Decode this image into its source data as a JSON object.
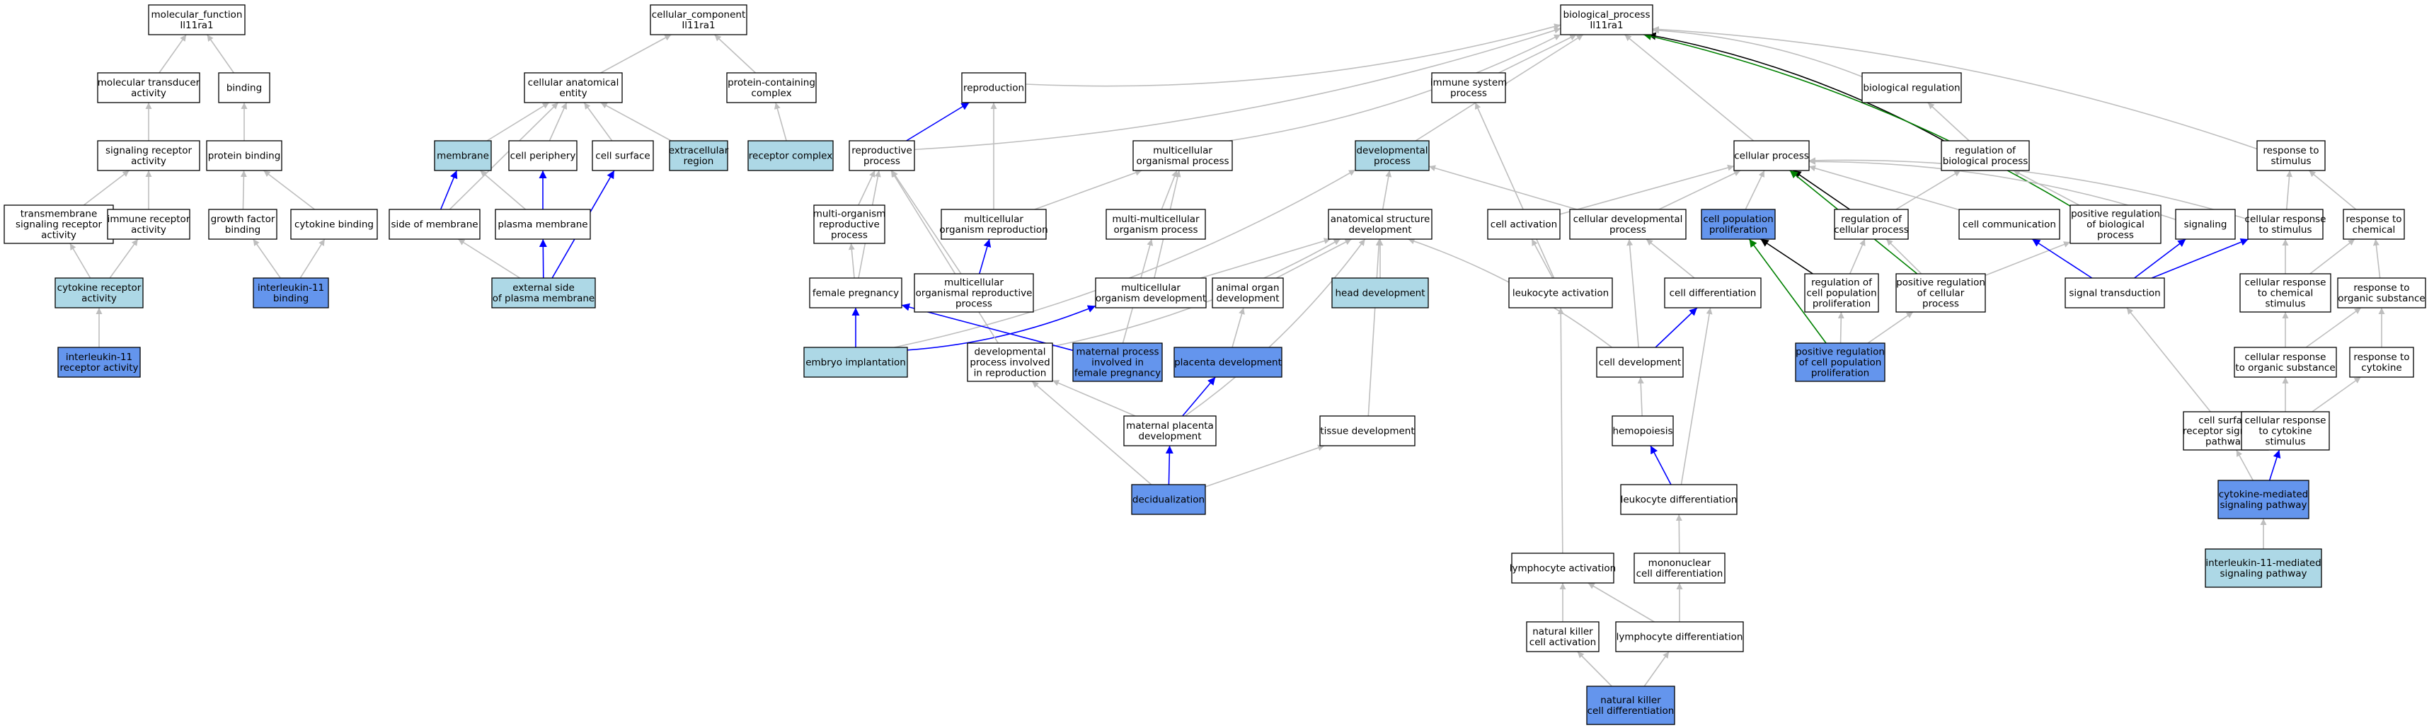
{
  "colors": {
    "white": "#ffffff",
    "light": "#add8e6",
    "dark": "#6495ed",
    "gray": "#bebebe",
    "blue": "#0000ff",
    "green": "#008000",
    "black": "#000000"
  },
  "nodes": [
    {
      "id": "mf",
      "lines": [
        "molecular_function",
        "Il11ra1"
      ],
      "fill": "white"
    },
    {
      "id": "mta",
      "lines": [
        "molecular transducer",
        "activity"
      ],
      "fill": "white"
    },
    {
      "id": "binding",
      "lines": [
        "binding"
      ],
      "fill": "white"
    },
    {
      "id": "sra",
      "lines": [
        "signaling receptor",
        "activity"
      ],
      "fill": "white"
    },
    {
      "id": "pbind",
      "lines": [
        "protein binding"
      ],
      "fill": "white"
    },
    {
      "id": "tsra",
      "lines": [
        "transmembrane",
        "signaling receptor",
        "activity"
      ],
      "fill": "white"
    },
    {
      "id": "ira",
      "lines": [
        "immune receptor",
        "activity"
      ],
      "fill": "white"
    },
    {
      "id": "gfb",
      "lines": [
        "growth factor",
        "binding"
      ],
      "fill": "white"
    },
    {
      "id": "cytb",
      "lines": [
        "cytokine binding"
      ],
      "fill": "white"
    },
    {
      "id": "cra",
      "lines": [
        "cytokine receptor",
        "activity"
      ],
      "fill": "light"
    },
    {
      "id": "il11b",
      "lines": [
        "interleukin-11",
        "binding"
      ],
      "fill": "dark"
    },
    {
      "id": "il11ra",
      "lines": [
        "interleukin-11",
        "receptor activity"
      ],
      "fill": "dark"
    },
    {
      "id": "cc",
      "lines": [
        "cellular_component",
        "Il11ra1"
      ],
      "fill": "white"
    },
    {
      "id": "cae",
      "lines": [
        "cellular anatomical",
        "entity"
      ],
      "fill": "white"
    },
    {
      "id": "pcc",
      "lines": [
        "protein-containing",
        "complex"
      ],
      "fill": "white"
    },
    {
      "id": "membrane",
      "lines": [
        "membrane"
      ],
      "fill": "light"
    },
    {
      "id": "cperiph",
      "lines": [
        "cell periphery"
      ],
      "fill": "white"
    },
    {
      "id": "csurf",
      "lines": [
        "cell surface"
      ],
      "fill": "white"
    },
    {
      "id": "ecr",
      "lines": [
        "extracellular",
        "region"
      ],
      "fill": "light"
    },
    {
      "id": "rc",
      "lines": [
        "receptor complex"
      ],
      "fill": "light"
    },
    {
      "id": "som",
      "lines": [
        "side of membrane"
      ],
      "fill": "white"
    },
    {
      "id": "pm",
      "lines": [
        "plasma membrane"
      ],
      "fill": "white"
    },
    {
      "id": "espm",
      "lines": [
        "external side",
        "of plasma membrane"
      ],
      "fill": "light"
    },
    {
      "id": "bp",
      "lines": [
        "biological_process",
        "Il11ra1"
      ],
      "fill": "white"
    },
    {
      "id": "repro",
      "lines": [
        "reproduction"
      ],
      "fill": "white"
    },
    {
      "id": "isp",
      "lines": [
        "immune system",
        "process"
      ],
      "fill": "white"
    },
    {
      "id": "breg",
      "lines": [
        "biological regulation"
      ],
      "fill": "white"
    },
    {
      "id": "rp",
      "lines": [
        "reproductive",
        "process"
      ],
      "fill": "white"
    },
    {
      "id": "mop",
      "lines": [
        "multicellular",
        "organismal process"
      ],
      "fill": "white"
    },
    {
      "id": "devp",
      "lines": [
        "developmental",
        "process"
      ],
      "fill": "light"
    },
    {
      "id": "cellp",
      "lines": [
        "cellular process"
      ],
      "fill": "white"
    },
    {
      "id": "rbp",
      "lines": [
        "regulation of",
        "biological process"
      ],
      "fill": "white"
    },
    {
      "id": "rts",
      "lines": [
        "response to",
        "stimulus"
      ],
      "fill": "white"
    },
    {
      "id": "morp",
      "lines": [
        "multi-organism",
        "reproductive",
        "process"
      ],
      "fill": "white"
    },
    {
      "id": "mcor",
      "lines": [
        "multicellular",
        "organism reproduction"
      ],
      "fill": "white"
    },
    {
      "id": "mmop",
      "lines": [
        "multi-multicellular",
        "organism process"
      ],
      "fill": "white"
    },
    {
      "id": "asd",
      "lines": [
        "anatomical structure",
        "development"
      ],
      "fill": "white"
    },
    {
      "id": "cact",
      "lines": [
        "cell activation"
      ],
      "fill": "white"
    },
    {
      "id": "cdp",
      "lines": [
        "cellular developmental",
        "process"
      ],
      "fill": "white"
    },
    {
      "id": "cpp",
      "lines": [
        "cell population",
        "proliferation"
      ],
      "fill": "dark"
    },
    {
      "id": "rcp",
      "lines": [
        "regulation of",
        "cellular process"
      ],
      "fill": "white"
    },
    {
      "id": "ccomm",
      "lines": [
        "cell communication"
      ],
      "fill": "white"
    },
    {
      "id": "prbp",
      "lines": [
        "positive regulation",
        "of biological",
        "process"
      ],
      "fill": "white"
    },
    {
      "id": "signaling",
      "lines": [
        "signaling"
      ],
      "fill": "white"
    },
    {
      "id": "crs",
      "lines": [
        "cellular response",
        "to stimulus"
      ],
      "fill": "white"
    },
    {
      "id": "rchem",
      "lines": [
        "response to",
        "chemical"
      ],
      "fill": "white"
    },
    {
      "id": "fpreg",
      "lines": [
        "female pregnancy"
      ],
      "fill": "white"
    },
    {
      "id": "mcorp",
      "lines": [
        "multicellular",
        "organismal reproductive",
        "process"
      ],
      "fill": "white"
    },
    {
      "id": "mod",
      "lines": [
        "multicellular",
        "organism development"
      ],
      "fill": "white"
    },
    {
      "id": "aod",
      "lines": [
        "animal organ",
        "development"
      ],
      "fill": "white"
    },
    {
      "id": "headdev",
      "lines": [
        "head development"
      ],
      "fill": "light"
    },
    {
      "id": "lact",
      "lines": [
        "leukocyte activation"
      ],
      "fill": "white"
    },
    {
      "id": "cdiff",
      "lines": [
        "cell differentiation"
      ],
      "fill": "white"
    },
    {
      "id": "rcpp",
      "lines": [
        "regulation of",
        "cell population",
        "proliferation"
      ],
      "fill": "white"
    },
    {
      "id": "prcp",
      "lines": [
        "positive regulation",
        "of cellular",
        "process"
      ],
      "fill": "white"
    },
    {
      "id": "st",
      "lines": [
        "signal transduction"
      ],
      "fill": "white"
    },
    {
      "id": "crcs",
      "lines": [
        "cellular response",
        "to chemical",
        "stimulus"
      ],
      "fill": "white"
    },
    {
      "id": "ros",
      "lines": [
        "response to",
        "organic substance"
      ],
      "fill": "white"
    },
    {
      "id": "embimp",
      "lines": [
        "embryo implantation"
      ],
      "fill": "light"
    },
    {
      "id": "dpir",
      "lines": [
        "developmental",
        "process involved",
        "in reproduction"
      ],
      "fill": "white"
    },
    {
      "id": "mpifp",
      "lines": [
        "maternal process",
        "involved in",
        "female pregnancy"
      ],
      "fill": "dark"
    },
    {
      "id": "pldev",
      "lines": [
        "placenta development"
      ],
      "fill": "dark"
    },
    {
      "id": "celldev",
      "lines": [
        "cell development"
      ],
      "fill": "white"
    },
    {
      "id": "prcpp",
      "lines": [
        "positive regulation",
        "of cell population",
        "proliferation"
      ],
      "fill": "dark"
    },
    {
      "id": "cros",
      "lines": [
        "cellular response",
        "to organic substance"
      ],
      "fill": "white"
    },
    {
      "id": "rcyt",
      "lines": [
        "response to",
        "cytokine"
      ],
      "fill": "white"
    },
    {
      "id": "mpd",
      "lines": [
        "maternal placenta",
        "development"
      ],
      "fill": "white"
    },
    {
      "id": "tdev",
      "lines": [
        "tissue development"
      ],
      "fill": "white"
    },
    {
      "id": "hemo",
      "lines": [
        "hemopoiesis"
      ],
      "fill": "white"
    },
    {
      "id": "csrsp",
      "lines": [
        "cell surface",
        "receptor signaling",
        "pathway"
      ],
      "fill": "white"
    },
    {
      "id": "crcyt",
      "lines": [
        "cellular response",
        "to cytokine",
        "stimulus"
      ],
      "fill": "white"
    },
    {
      "id": "decid",
      "lines": [
        "decidualization"
      ],
      "fill": "dark"
    },
    {
      "id": "ldiff",
      "lines": [
        "leukocyte differentiation"
      ],
      "fill": "white"
    },
    {
      "id": "cmsp",
      "lines": [
        "cytokine-mediated",
        "signaling pathway"
      ],
      "fill": "dark"
    },
    {
      "id": "il11sp",
      "lines": [
        "interleukin-11-mediated",
        "signaling pathway"
      ],
      "fill": "light"
    },
    {
      "id": "lymact",
      "lines": [
        "lymphocyte activation"
      ],
      "fill": "white"
    },
    {
      "id": "mncd",
      "lines": [
        "mononuclear",
        "cell differentiation"
      ],
      "fill": "white"
    },
    {
      "id": "nkca",
      "lines": [
        "natural killer",
        "cell activation"
      ],
      "fill": "white"
    },
    {
      "id": "lymdiff",
      "lines": [
        "lymphocyte differentiation"
      ],
      "fill": "white"
    },
    {
      "id": "nkcd",
      "lines": [
        "natural killer",
        "cell differentiation"
      ],
      "fill": "dark"
    }
  ],
  "edges": [
    [
      "mta",
      "mf",
      "gray"
    ],
    [
      "binding",
      "mf",
      "gray"
    ],
    [
      "sra",
      "mta",
      "gray"
    ],
    [
      "pbind",
      "binding",
      "gray"
    ],
    [
      "tsra",
      "sra",
      "gray"
    ],
    [
      "ira",
      "sra",
      "gray"
    ],
    [
      "gfb",
      "pbind",
      "gray"
    ],
    [
      "cytb",
      "pbind",
      "gray"
    ],
    [
      "cra",
      "tsra",
      "gray"
    ],
    [
      "cra",
      "ira",
      "gray"
    ],
    [
      "il11b",
      "gfb",
      "gray"
    ],
    [
      "il11b",
      "cytb",
      "gray"
    ],
    [
      "il11ra",
      "cra",
      "gray"
    ],
    [
      "cae",
      "cc",
      "gray"
    ],
    [
      "pcc",
      "cc",
      "gray"
    ],
    [
      "membrane",
      "cae",
      "gray"
    ],
    [
      "cperiph",
      "cae",
      "gray"
    ],
    [
      "csurf",
      "cae",
      "gray"
    ],
    [
      "ecr",
      "cae",
      "gray"
    ],
    [
      "rc",
      "pcc",
      "gray"
    ],
    [
      "som",
      "membrane",
      "blue"
    ],
    [
      "som",
      "cae",
      "gray"
    ],
    [
      "pm",
      "membrane",
      "gray"
    ],
    [
      "pm",
      "cperiph",
      "blue"
    ],
    [
      "espm",
      "som",
      "gray"
    ],
    [
      "espm",
      "pm",
      "blue"
    ],
    [
      "espm",
      "csurf",
      "blue"
    ],
    [
      "repro",
      "bp",
      "gray"
    ],
    [
      "isp",
      "bp",
      "gray"
    ],
    [
      "breg",
      "bp",
      "gray"
    ],
    [
      "rp",
      "bp",
      "gray"
    ],
    [
      "mop",
      "bp",
      "gray"
    ],
    [
      "devp",
      "bp",
      "gray"
    ],
    [
      "cellp",
      "bp",
      "gray"
    ],
    [
      "rbp",
      "bp",
      "black"
    ],
    [
      "rbp",
      "breg",
      "gray"
    ],
    [
      "rts",
      "bp",
      "gray"
    ],
    [
      "rp",
      "repro",
      "blue"
    ],
    [
      "morp",
      "rp",
      "gray"
    ],
    [
      "mcor",
      "repro",
      "gray"
    ],
    [
      "mcor",
      "mop",
      "gray"
    ],
    [
      "mmop",
      "mop",
      "gray"
    ],
    [
      "asd",
      "devp",
      "gray"
    ],
    [
      "cact",
      "cellp",
      "gray"
    ],
    [
      "cdp",
      "cellp",
      "gray"
    ],
    [
      "cdp",
      "devp",
      "gray"
    ],
    [
      "cpp",
      "cellp",
      "gray"
    ],
    [
      "rcp",
      "cellp",
      "black"
    ],
    [
      "rcp",
      "rbp",
      "gray"
    ],
    [
      "ccomm",
      "cellp",
      "gray"
    ],
    [
      "prbp",
      "rbp",
      "gray"
    ],
    [
      "prbp",
      "bp",
      "green"
    ],
    [
      "signaling",
      "cellp",
      "gray"
    ],
    [
      "crs",
      "cellp",
      "gray"
    ],
    [
      "crs",
      "rts",
      "gray"
    ],
    [
      "rchem",
      "rts",
      "gray"
    ],
    [
      "fpreg",
      "morp",
      "gray"
    ],
    [
      "fpreg",
      "rp",
      "gray"
    ],
    [
      "mcorp",
      "mcor",
      "blue"
    ],
    [
      "mcorp",
      "rp",
      "gray"
    ],
    [
      "mod",
      "asd",
      "gray"
    ],
    [
      "mod",
      "mop",
      "gray"
    ],
    [
      "aod",
      "asd",
      "gray"
    ],
    [
      "headdev",
      "asd",
      "gray"
    ],
    [
      "lact",
      "cact",
      "gray"
    ],
    [
      "lact",
      "isp",
      "gray"
    ],
    [
      "cdiff",
      "cdp",
      "gray"
    ],
    [
      "rcpp",
      "cpp",
      "black"
    ],
    [
      "rcpp",
      "rcp",
      "gray"
    ],
    [
      "prcp",
      "rcp",
      "gray"
    ],
    [
      "prcp",
      "prbp",
      "gray"
    ],
    [
      "prcp",
      "cellp",
      "green"
    ],
    [
      "st",
      "ccomm",
      "blue"
    ],
    [
      "st",
      "signaling",
      "blue"
    ],
    [
      "st",
      "crs",
      "blue"
    ],
    [
      "crcs",
      "crs",
      "gray"
    ],
    [
      "crcs",
      "rchem",
      "gray"
    ],
    [
      "ros",
      "rchem",
      "gray"
    ],
    [
      "embimp",
      "fpreg",
      "blue"
    ],
    [
      "embimp",
      "mod",
      "blue"
    ],
    [
      "embimp",
      "devp",
      "gray"
    ],
    [
      "dpir",
      "rp",
      "gray"
    ],
    [
      "dpir",
      "asd",
      "gray"
    ],
    [
      "mpifp",
      "fpreg",
      "blue"
    ],
    [
      "mpifp",
      "mmop",
      "gray"
    ],
    [
      "pldev",
      "aod",
      "gray"
    ],
    [
      "celldev",
      "cdiff",
      "blue"
    ],
    [
      "celldev",
      "cdp",
      "gray"
    ],
    [
      "celldev",
      "asd",
      "gray"
    ],
    [
      "prcpp",
      "rcpp",
      "gray"
    ],
    [
      "prcpp",
      "prcp",
      "gray"
    ],
    [
      "prcpp",
      "cpp",
      "green"
    ],
    [
      "cros",
      "crcs",
      "gray"
    ],
    [
      "cros",
      "ros",
      "gray"
    ],
    [
      "rcyt",
      "ros",
      "gray"
    ],
    [
      "mpd",
      "dpir",
      "gray"
    ],
    [
      "mpd",
      "pldev",
      "blue"
    ],
    [
      "mpd",
      "asd",
      "gray"
    ],
    [
      "tdev",
      "asd",
      "gray"
    ],
    [
      "hemo",
      "celldev",
      "gray"
    ],
    [
      "csrsp",
      "st",
      "gray"
    ],
    [
      "crcyt",
      "cros",
      "gray"
    ],
    [
      "crcyt",
      "rcyt",
      "gray"
    ],
    [
      "decid",
      "mpd",
      "blue"
    ],
    [
      "decid",
      "tdev",
      "gray"
    ],
    [
      "decid",
      "dpir",
      "gray"
    ],
    [
      "ldiff",
      "hemo",
      "blue"
    ],
    [
      "ldiff",
      "cdiff",
      "gray"
    ],
    [
      "cmsp",
      "csrsp",
      "gray"
    ],
    [
      "cmsp",
      "crcyt",
      "blue"
    ],
    [
      "il11sp",
      "cmsp",
      "gray"
    ],
    [
      "lymact",
      "lact",
      "gray"
    ],
    [
      "mncd",
      "ldiff",
      "gray"
    ],
    [
      "nkca",
      "lymact",
      "gray"
    ],
    [
      "lymdiff",
      "mncd",
      "gray"
    ],
    [
      "lymdiff",
      "lymact",
      "gray"
    ],
    [
      "nkcd",
      "nkca",
      "gray"
    ],
    [
      "nkcd",
      "lymdiff",
      "gray"
    ]
  ]
}
